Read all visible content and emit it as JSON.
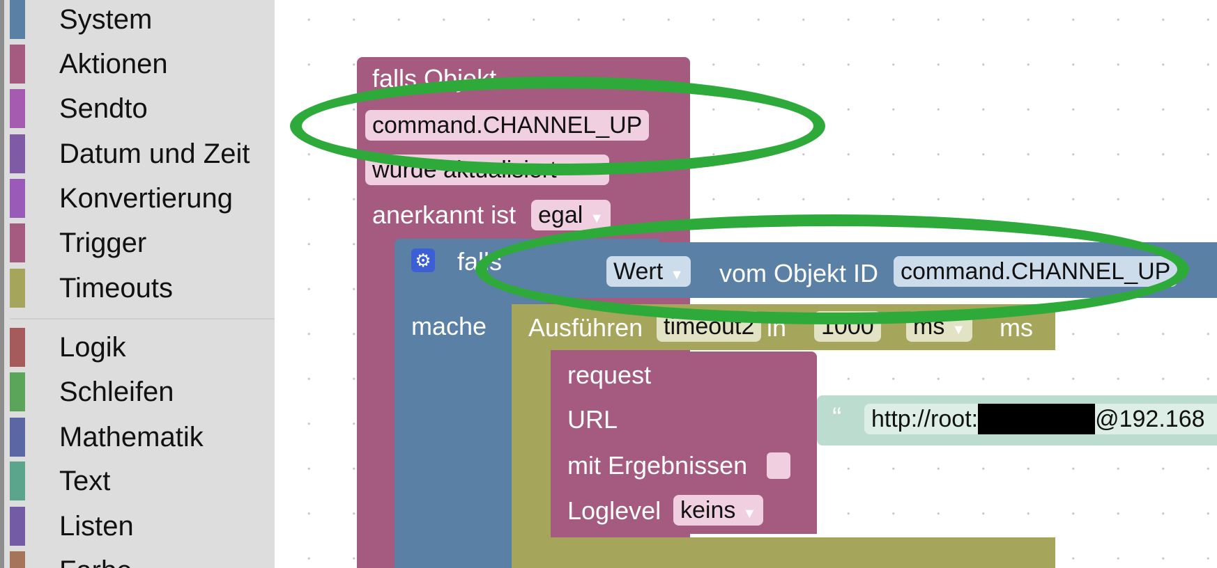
{
  "sidebar": {
    "categories": [
      {
        "label": "System",
        "color": "#5b80a5"
      },
      {
        "label": "Aktionen",
        "color": "#a55b80"
      },
      {
        "label": "Sendto",
        "color": "#a55bb0"
      },
      {
        "label": "Datum und Zeit",
        "color": "#805ba5"
      },
      {
        "label": "Konvertierung",
        "color": "#9a5bb8"
      },
      {
        "label": "Trigger",
        "color": "#a55b80"
      },
      {
        "label": "Timeouts",
        "color": "#a5a55b"
      },
      {
        "label": "Logik",
        "color": "#a55b5b"
      },
      {
        "label": "Schleifen",
        "color": "#5ba55b"
      },
      {
        "label": "Mathematik",
        "color": "#5b67a5"
      },
      {
        "label": "Text",
        "color": "#5ba58c"
      },
      {
        "label": "Listen",
        "color": "#745ba5"
      },
      {
        "label": "Farbe",
        "color": "#a5745b"
      }
    ]
  },
  "trigger_block": {
    "header": "falls Objekt",
    "object_id": "command.CHANNEL_UP",
    "event": "wurde aktualisiert",
    "ack_label": "anerkannt ist",
    "ack_value": "egal"
  },
  "if_block": {
    "keyword": "falls",
    "do_label": "mache"
  },
  "value_block": {
    "dropdown": "Wert",
    "label": "vom Objekt ID",
    "object_id": "command.CHANNEL_UP"
  },
  "timeout_block": {
    "label": "Ausführen",
    "name": "timeout2",
    "in_label": "in",
    "delay": "1000",
    "unit_dropdown": "ms",
    "unit_label": "ms"
  },
  "request_block": {
    "title": "request",
    "url_label": "URL",
    "url_prefix": "http://root:",
    "url_suffix": "@192.168",
    "results_label": "mit Ergebnissen",
    "loglevel_label": "Loglevel",
    "loglevel_value": "keins"
  },
  "colors": {
    "trigger": "#a55b80",
    "logic": "#5b80a5",
    "timeout": "#a5a55b",
    "highlight": "#2eaa3b"
  }
}
